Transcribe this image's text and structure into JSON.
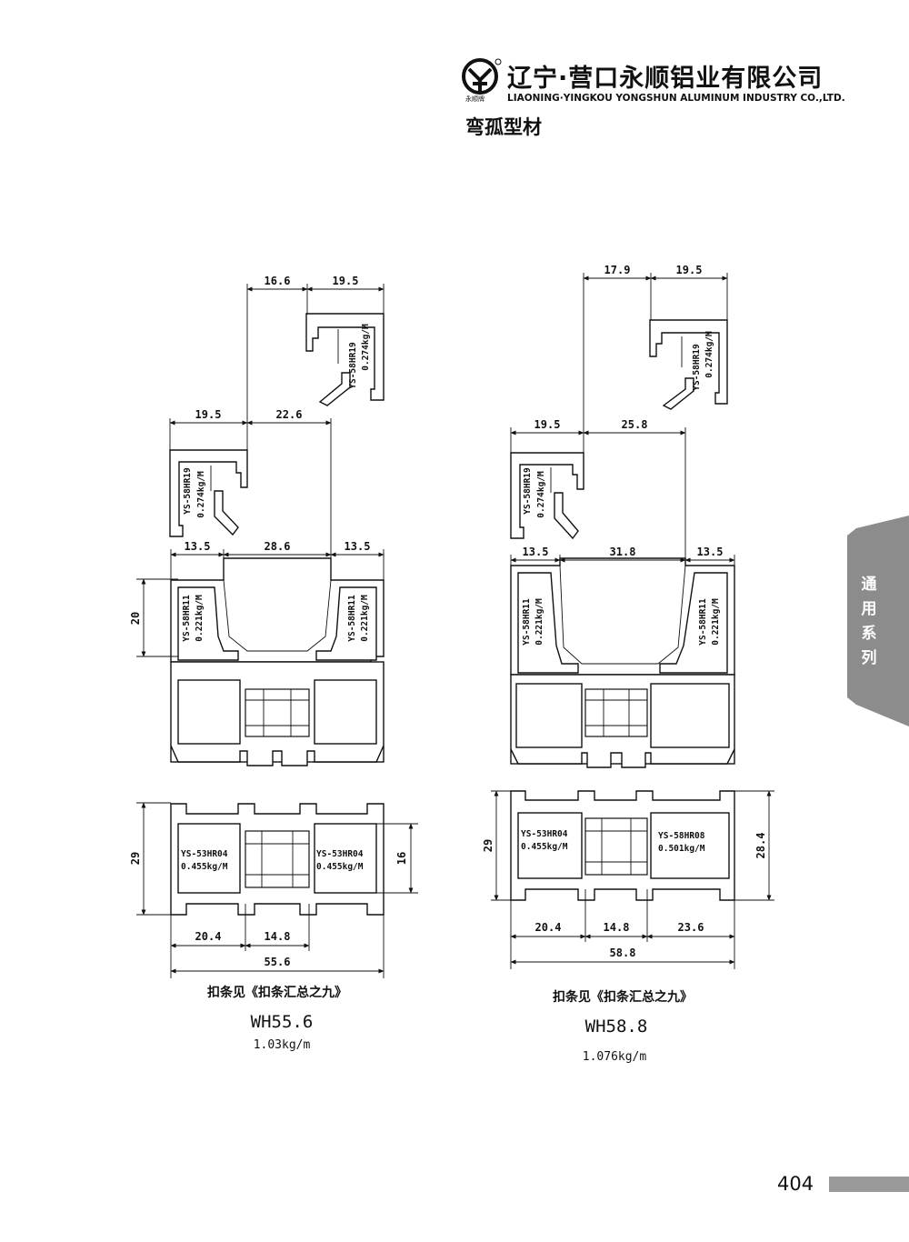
{
  "header": {
    "company_cn": "辽宁·营口永顺铝业有限公司",
    "company_en": "LIAONING·YINGKOU YONGSHUN ALUMINUM INDUSTRY CO.,LTD.",
    "logo_sub": "永顺牌",
    "subtitle": "弯孤型材"
  },
  "side_tab": {
    "text": "通用系列",
    "color": "#8c8c8c"
  },
  "page_number": "404",
  "left": {
    "dims_top": [
      "16.6",
      "19.5"
    ],
    "dims_mid": [
      "19.5",
      "22.6"
    ],
    "dims_sash": [
      "13.5",
      "28.6",
      "13.5"
    ],
    "dim_v_sash": "20",
    "dim_v_frame_left": "29",
    "dim_v_frame_right": "16",
    "dims_bottom": [
      "20.4",
      "14.8"
    ],
    "dim_total": "55.6",
    "labels": {
      "bead_top": "YS-58HR19",
      "bead_top_w": "0.274kg/M",
      "bead_mid": "YS-58HR19",
      "bead_mid_w": "0.274kg/M",
      "sash_left": "YS-58HR11",
      "sash_left_w": "0.221kg/M",
      "sash_right": "YS-58HR11",
      "sash_right_w": "0.221kg/M",
      "frame_left": "YS-53HR04",
      "frame_left_w": "0.455kg/M",
      "frame_right": "YS-53HR04",
      "frame_right_w": "0.455kg/M"
    },
    "caption": "扣条见《扣条汇总之九》",
    "model": "WH55.6",
    "weight": "1.03kg/m"
  },
  "right": {
    "dims_top": [
      "17.9",
      "19.5"
    ],
    "dims_mid": [
      "19.5",
      "25.8"
    ],
    "dims_sash": [
      "13.5",
      "31.8",
      "13.5"
    ],
    "dim_v_frame_left": "29",
    "dim_v_frame_right": "28.4",
    "dims_bottom": [
      "20.4",
      "14.8",
      "23.6"
    ],
    "dim_total": "58.8",
    "labels": {
      "bead_top": "YS-58HR19",
      "bead_top_w": "0.274kg/M",
      "bead_mid": "YS-58HR19",
      "bead_mid_w": "0.274kg/M",
      "sash_left": "YS-58HR11",
      "sash_left_w": "0.221kg/M",
      "sash_right": "YS-58HR11",
      "sash_right_w": "0.221kg/M",
      "frame_left": "YS-53HR04",
      "frame_left_w": "0.455kg/M",
      "frame_right": "YS-58HR08",
      "frame_right_w": "0.501kg/M"
    },
    "caption": "扣条见《扣条汇总之九》",
    "model": "WH58.8",
    "weight": "1.076kg/m"
  }
}
